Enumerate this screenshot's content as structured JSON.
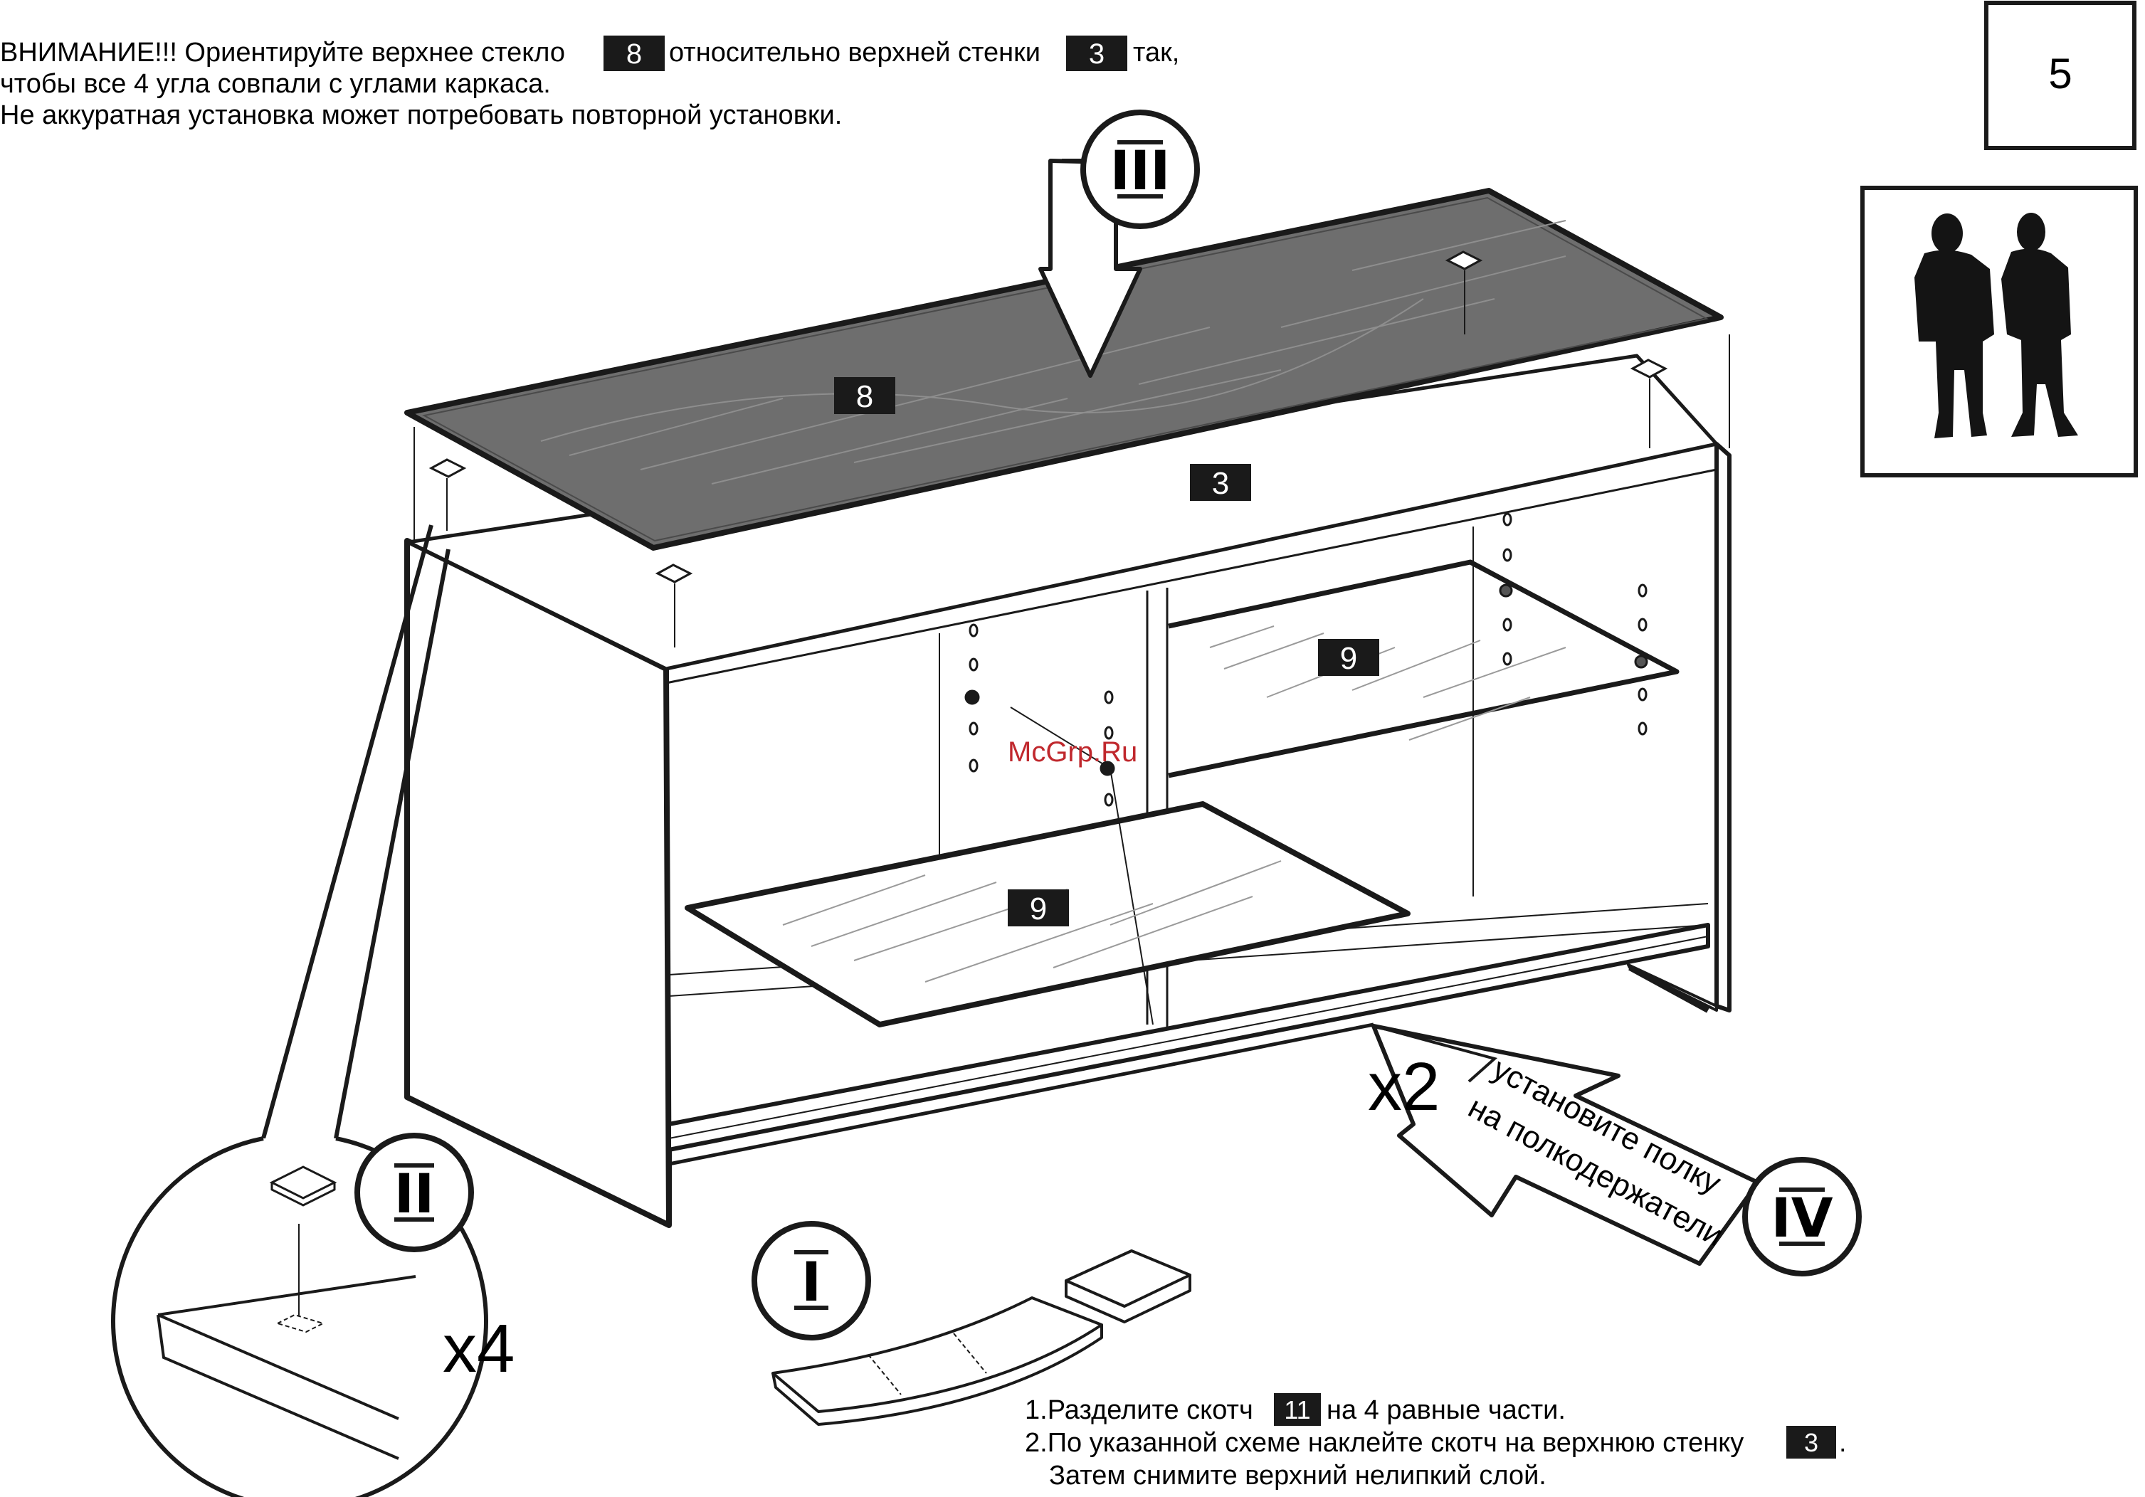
{
  "header": {
    "line1_a": "ВНИМАНИЕ!!! Ориентируйте верхнее стекло",
    "line1_badge1": "8",
    "line1_b": "относительно верхней стенки",
    "line1_badge2": "3",
    "line1_c": "так,",
    "line2": "чтобы все 4 угла совпали с углами каркаса.",
    "line3": "Не аккуратная установка может потребовать повторной установки."
  },
  "page_number": "5",
  "people_icon": "two-people-icon",
  "parts": {
    "top_glass": "8",
    "top_panel": "3",
    "shelf_upper": "9",
    "shelf_lower": "9"
  },
  "steps": {
    "I": "I",
    "II": "II",
    "III": "III",
    "IV": "IV"
  },
  "multipliers": {
    "x4": "x4",
    "x2": "x2"
  },
  "arrow_text": {
    "line1": "установите полку",
    "line2": "на полкодержатели"
  },
  "watermark": "McGrp.Ru",
  "instructions": {
    "l1_a": "1.Разделите скотч",
    "l1_badge": "11",
    "l1_b": "на 4 равные части.",
    "l2_a": "2.По указанной схеме наклейте скотч на верхнюю стенку",
    "l2_badge": "3",
    "l2_b": ".",
    "l3": "Затем снимите верхний нелипкий слой."
  },
  "colors": {
    "glass_top": "#6e6e6e",
    "badge": "#1a1a1a",
    "watermark": "#c0282d"
  }
}
